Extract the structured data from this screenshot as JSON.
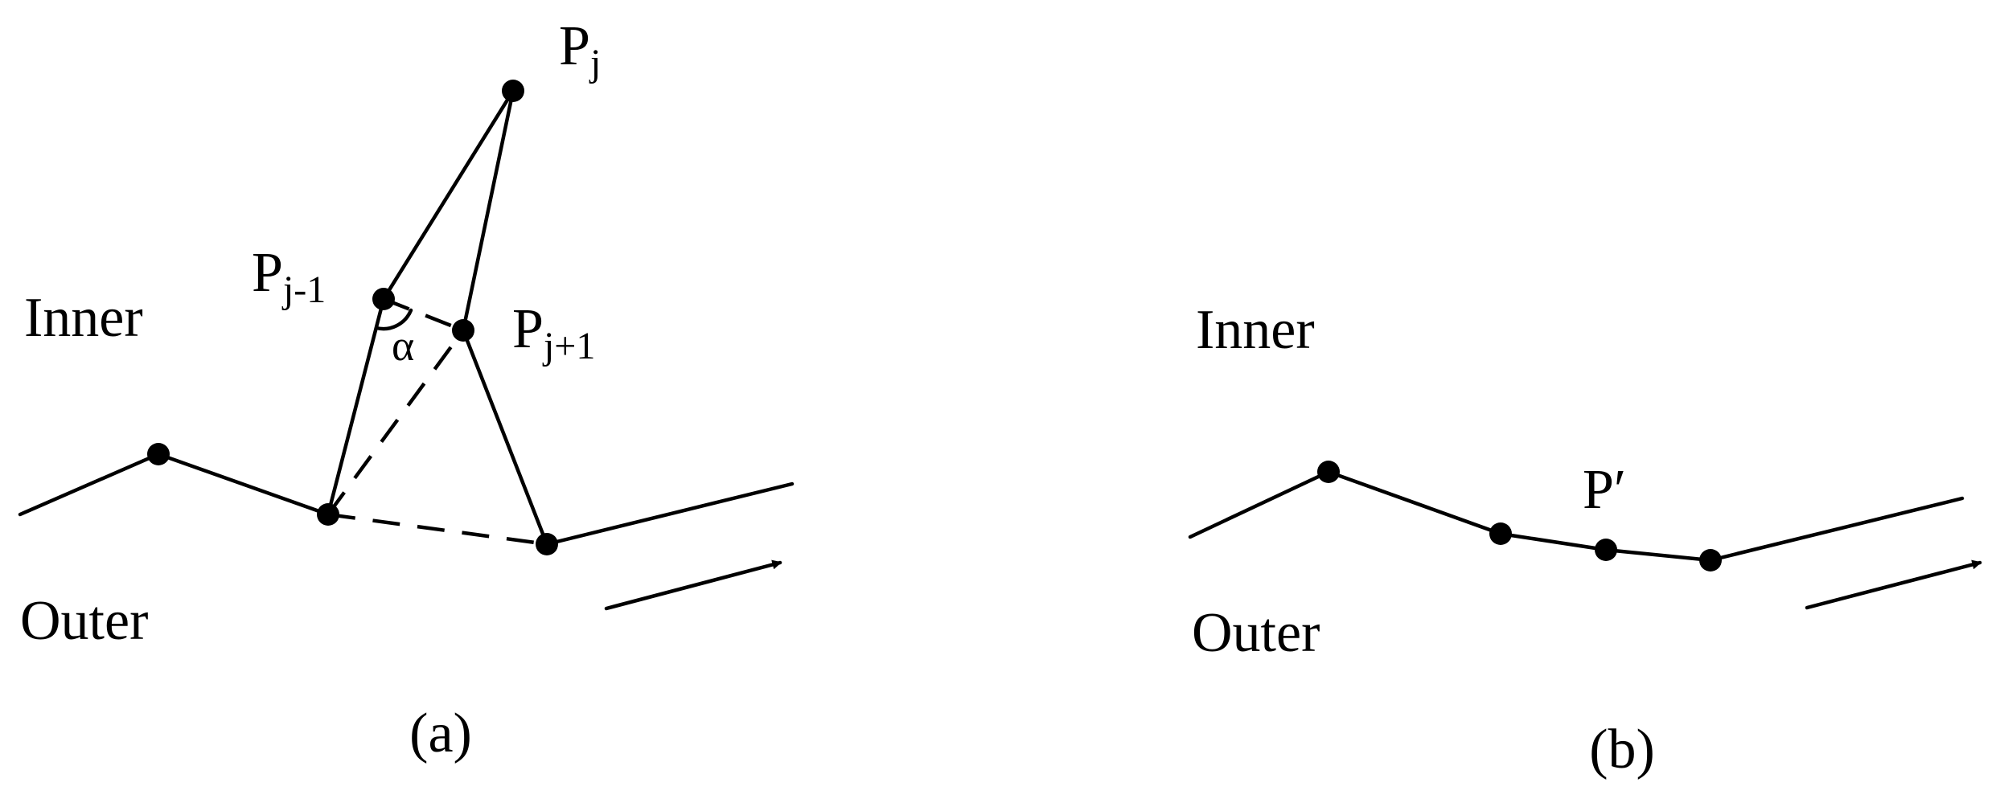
{
  "panel_a": {
    "region_inner": "Inner",
    "region_outer": "Outer",
    "point_pj": {
      "base": "P",
      "sub": "j"
    },
    "point_pj_minus": {
      "base": "P",
      "sub": "j-1"
    },
    "point_pj_plus": {
      "base": "P",
      "sub": "j+1"
    },
    "angle_label": "α",
    "caption": "(a)"
  },
  "panel_b": {
    "region_inner": "Inner",
    "region_outer": "Outer",
    "point_p_prime": "P′",
    "caption": "(b)"
  }
}
